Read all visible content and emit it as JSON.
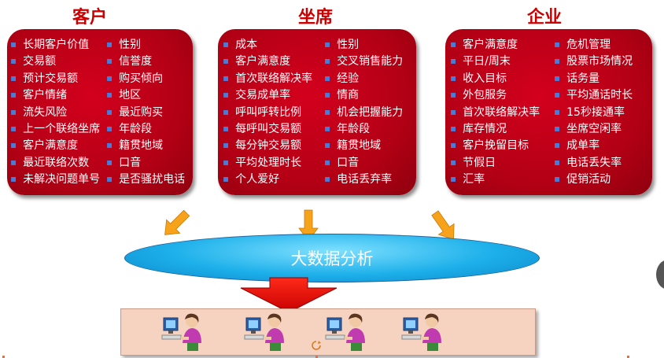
{
  "sections": [
    {
      "title": "客户",
      "left_items": [
        "长期客户价值",
        "交易额",
        "预计交易额",
        "客户情绪",
        "流失风险",
        "上一个联络坐席",
        "客户满意度",
        "最近联络次数",
        "未解决问题单号"
      ],
      "right_items": [
        "性别",
        "信誉度",
        "购买倾向",
        "地区",
        "最近购买",
        "年龄段",
        "籍贯地域",
        "口音",
        "是否骚扰电话"
      ]
    },
    {
      "title": "坐席",
      "left_items": [
        "成本",
        "客户满意度",
        "首次联络解决率",
        "交易成单率",
        "呼叫呼转比例",
        "每呼叫交易额",
        "每分钟交易额",
        "平均处理时长",
        "个人爱好"
      ],
      "right_items": [
        "性别",
        "交叉销售能力",
        "经验",
        "情商",
        "机会把握能力",
        "年龄段",
        "籍贯地域",
        "口音",
        "电话丢弃率"
      ]
    },
    {
      "title": "企业",
      "left_items": [
        "客户满意度",
        "平日/周末",
        "收入目标",
        "外包服务",
        "首次联络解决率",
        "库存情况",
        "客户挽留目标",
        "节假日",
        "汇率"
      ],
      "right_items": [
        "危机管理",
        "股票市场情况",
        "话务量",
        "平均通话时长",
        "15秒接通率",
        "坐席空闲率",
        "成单率",
        "电话丢失率",
        "促销活动"
      ]
    }
  ],
  "center": {
    "label": "大数据分析"
  },
  "colors": {
    "title": "#cc0000",
    "box": "#b10014",
    "arrow": "#f7a21b",
    "ellipse": "#1db0ea",
    "down_arrow": "#dd0000",
    "band": "#f5d3c0"
  },
  "agents": {
    "count": 4,
    "icon": "call-center-agent-icon"
  }
}
